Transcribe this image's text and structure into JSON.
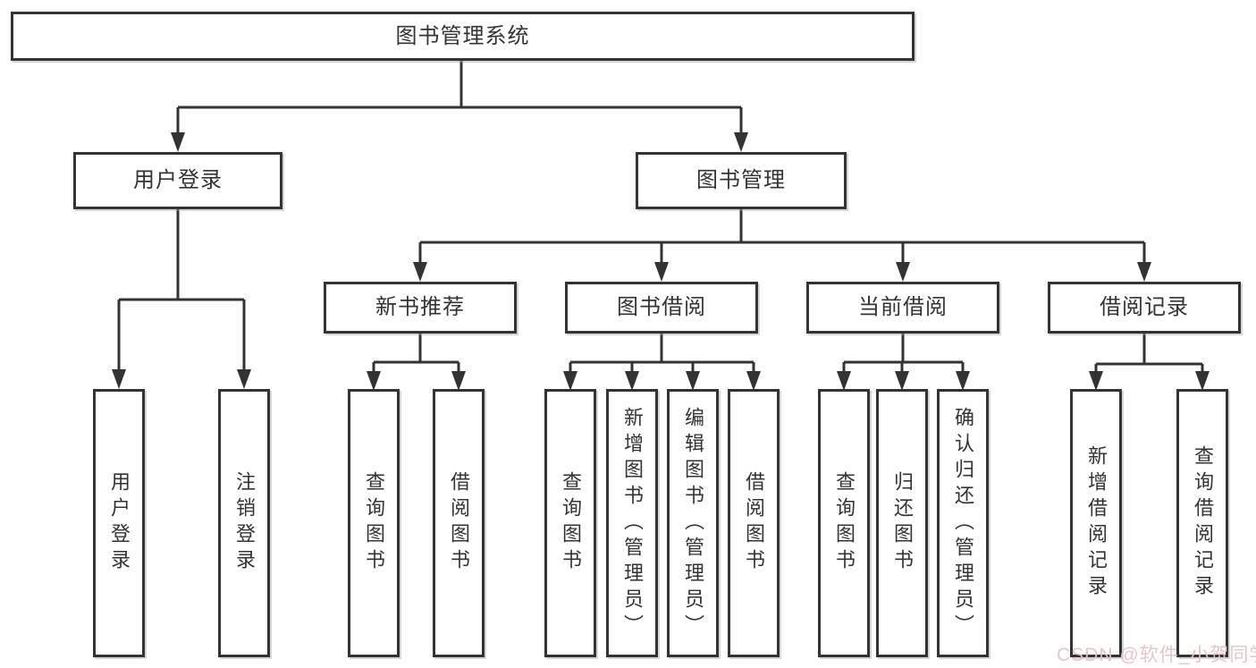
{
  "diagram": {
    "root": {
      "label": "图书管理系统"
    },
    "level2": [
      {
        "label": "用户登录"
      },
      {
        "label": "图书管理"
      }
    ],
    "level3": [
      {
        "label": "新书推荐",
        "parent": "图书管理"
      },
      {
        "label": "图书借阅",
        "parent": "图书管理"
      },
      {
        "label": "当前借阅",
        "parent": "图书管理"
      },
      {
        "label": "借阅记录",
        "parent": "图书管理"
      }
    ],
    "leaves": [
      {
        "label": "用户登录",
        "parent": "用户登录"
      },
      {
        "label": "注销登录",
        "parent": "用户登录"
      },
      {
        "label": "查询图书",
        "parent": "新书推荐"
      },
      {
        "label": "借阅图书",
        "parent": "新书推荐"
      },
      {
        "label": "查询图书",
        "parent": "图书借阅"
      },
      {
        "label": "新增图书（管理员）",
        "parent": "图书借阅"
      },
      {
        "label": "编辑图书（管理员）",
        "parent": "图书借阅"
      },
      {
        "label": "借阅图书",
        "parent": "图书借阅"
      },
      {
        "label": "查询图书",
        "parent": "当前借阅"
      },
      {
        "label": "归还图书",
        "parent": "当前借阅"
      },
      {
        "label": "确认归还（管理员）",
        "parent": "当前借阅"
      },
      {
        "label": "新增借阅记录",
        "parent": "借阅记录"
      },
      {
        "label": "查询借阅记录",
        "parent": "借阅记录"
      }
    ],
    "colors": {
      "line": "#333333",
      "box_border": "#333333",
      "text": "#333333",
      "background": "#ffffff"
    }
  },
  "watermark": {
    "text": "CSDN @软件_小贺同学",
    "color": "#e4c4c4"
  }
}
